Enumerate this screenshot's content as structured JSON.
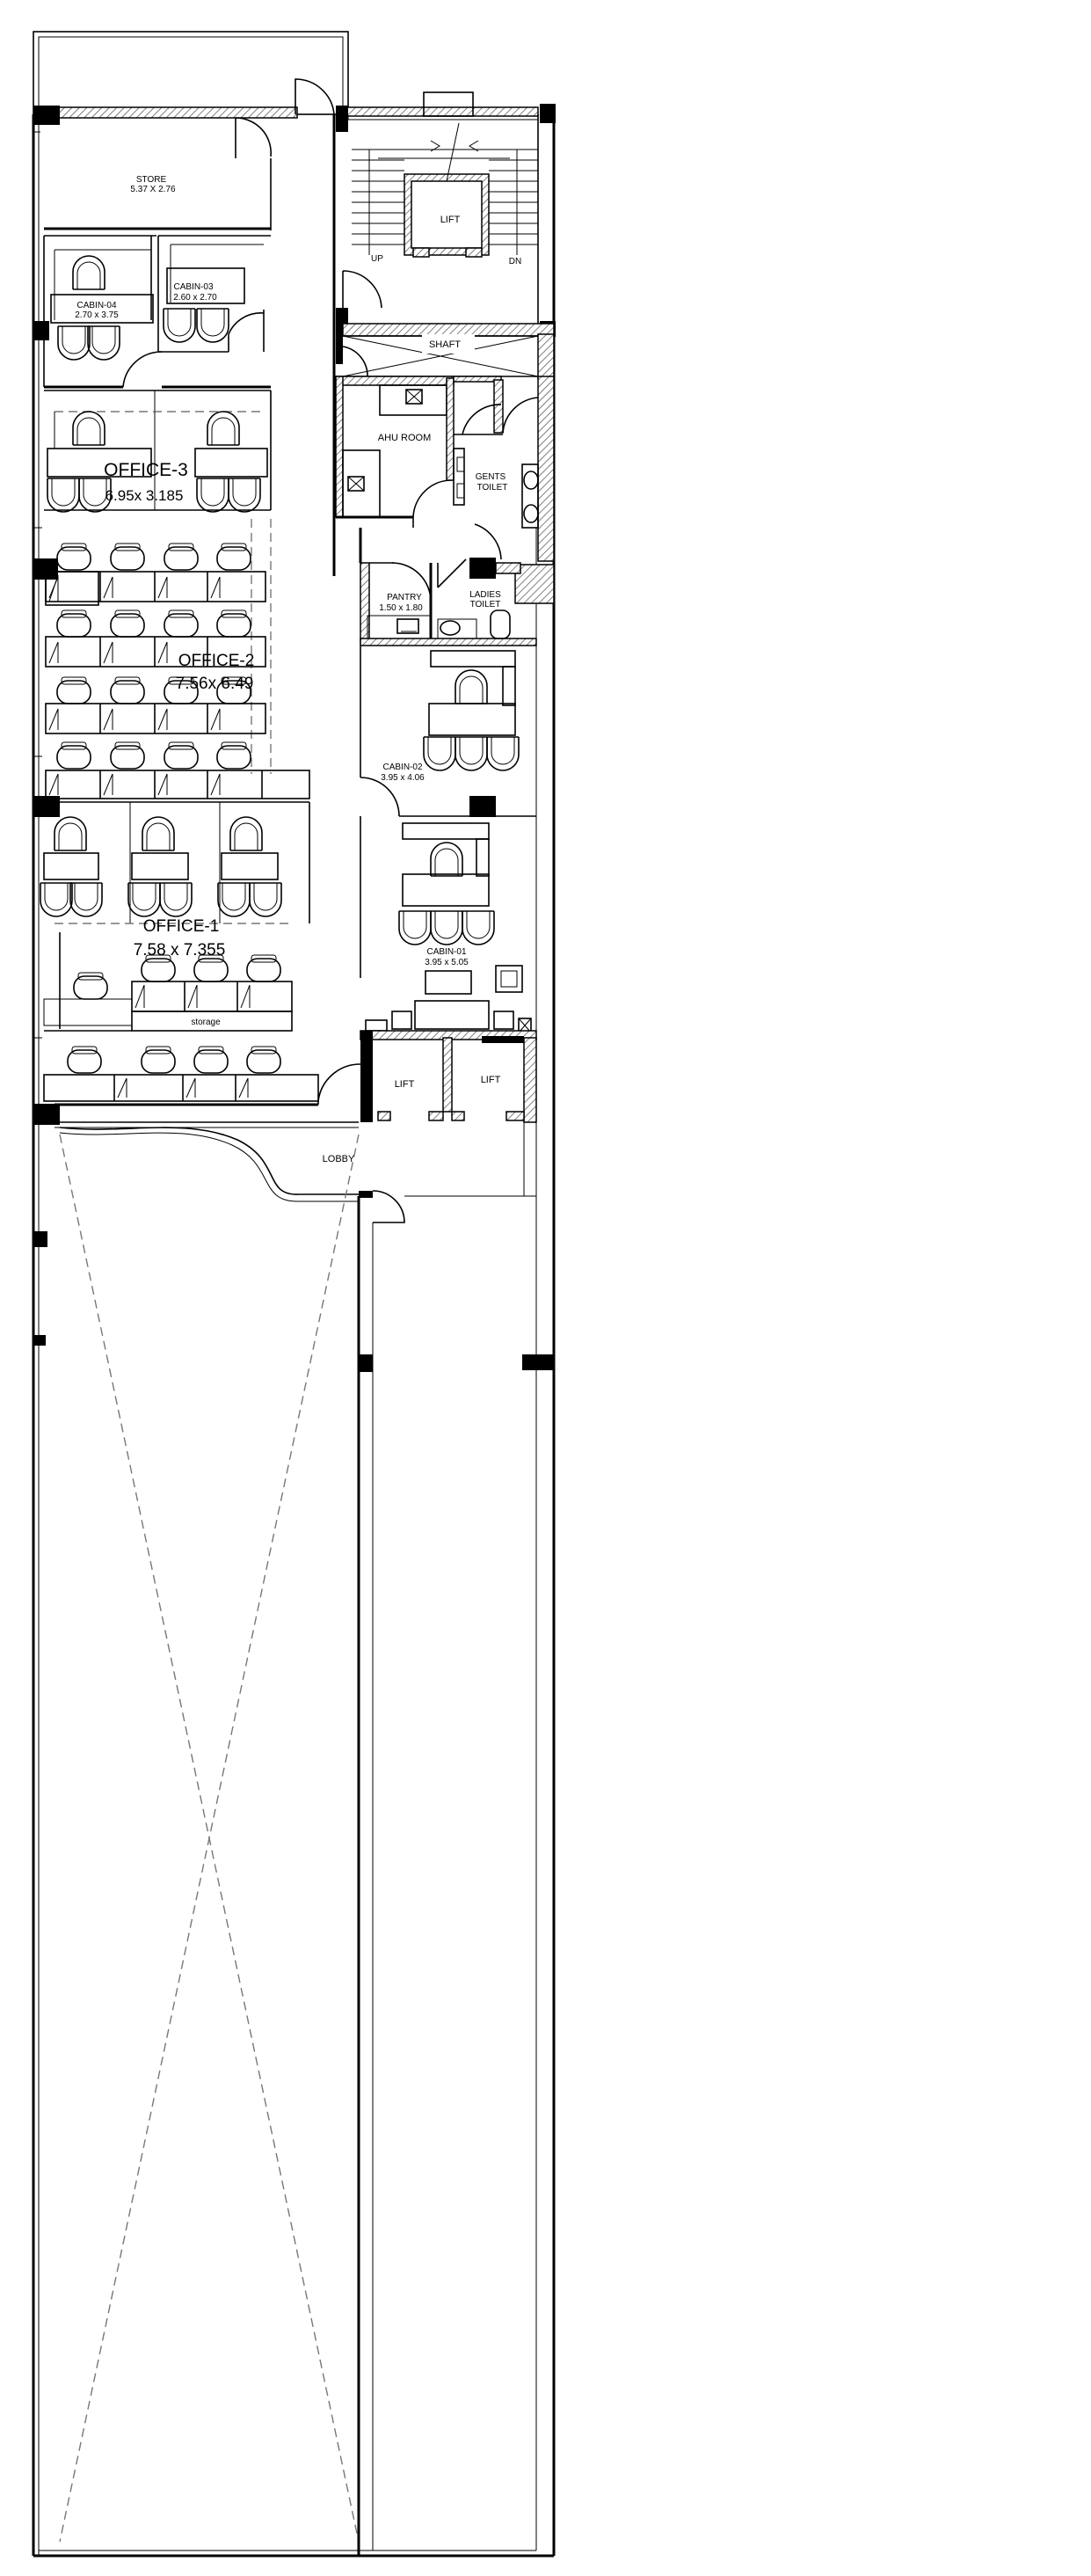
{
  "rooms": {
    "store": {
      "name": "STORE",
      "size": "5.37 X 2.76"
    },
    "lift_top": {
      "name": "LIFT"
    },
    "stair_up": "UP",
    "stair_dn": "DN",
    "cabin_04": {
      "name": "CABIN-04",
      "size": "2.70 x 3.75"
    },
    "cabin_03": {
      "name": "CABIN-03",
      "size": "2.60 x 2.70"
    },
    "shaft": {
      "name": "SHAFT"
    },
    "ahu_room": {
      "name": "AHU ROOM"
    },
    "gents_toilet": {
      "name": "GENTS",
      "name2": "TOILET"
    },
    "office_3": {
      "name": "OFFICE-3",
      "size": "6.95x 3.185"
    },
    "pantry": {
      "name": "PANTRY",
      "size": "1.50 x 1.80"
    },
    "ladies_toilet": {
      "name": "LADIES",
      "name2": "TOILET"
    },
    "office_2": {
      "name": "OFFICE-2",
      "size": "7.56x 6.49"
    },
    "cabin_02": {
      "name": "CABIN-02",
      "size": "3.95 x 4.06"
    },
    "office_1": {
      "name": "OFFICE-1",
      "size": "7.58 x 7.355"
    },
    "cabin_01": {
      "name": "CABIN-01",
      "size": "3.95 x 5.05"
    },
    "storage": {
      "name": "storage"
    },
    "lift_a": {
      "name": "LIFT"
    },
    "lift_b": {
      "name": "LIFT"
    },
    "lobby": {
      "name": "LOBBY"
    }
  }
}
